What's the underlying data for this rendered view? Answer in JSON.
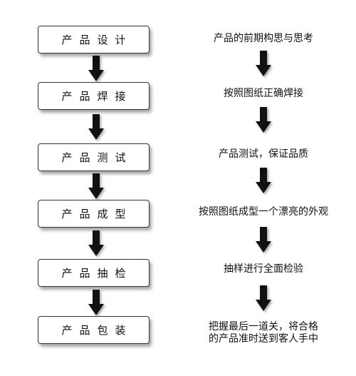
{
  "steps": [
    {
      "label": "产品设计",
      "description": [
        "产品的前期构思与思考"
      ]
    },
    {
      "label": "产品焊接",
      "description": [
        "按照图纸正确焊接"
      ]
    },
    {
      "label": "产品测试",
      "description": [
        "产品测试，保证品质"
      ]
    },
    {
      "label": "产品成型",
      "description": [
        "按照图纸成型一个漂亮的外观"
      ]
    },
    {
      "label": "产品抽检",
      "description": [
        "抽样进行全面检验"
      ]
    },
    {
      "label": "产品包装",
      "description": [
        "把握最后一道关，将合格",
        "的产品准时送到客人手中"
      ]
    }
  ],
  "colors": {
    "box_border": "#333333",
    "arrow": "#111111",
    "text": "#111111"
  }
}
